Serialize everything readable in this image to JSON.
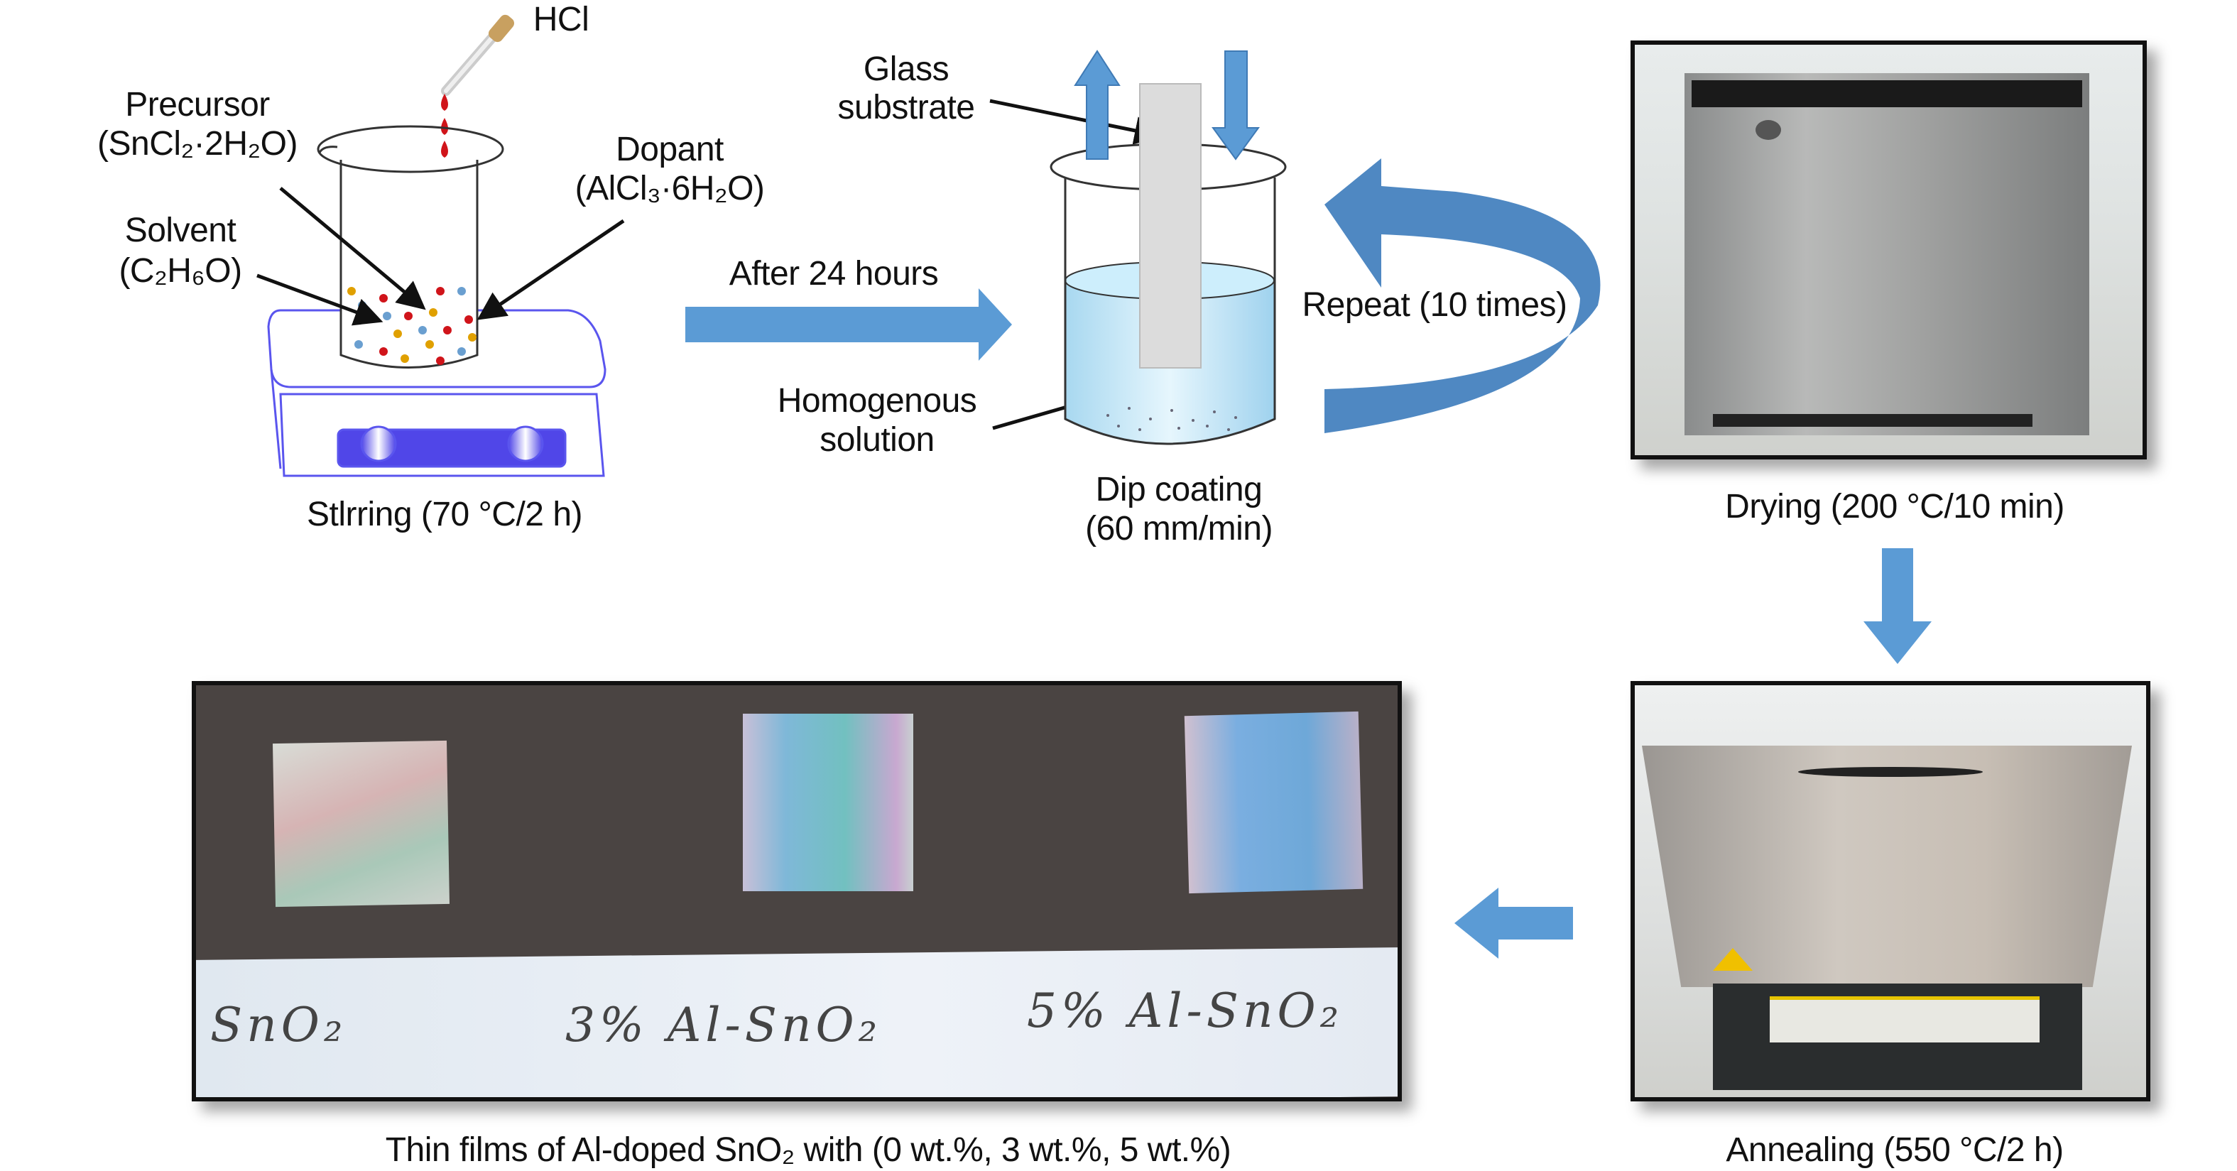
{
  "colors": {
    "arrow": "#5b9bd5",
    "arrow_dark": "#4a7fb0",
    "drop": "#d0141a",
    "plate": "#5046e8"
  },
  "stirring": {
    "hcl": "HCl",
    "precursor_title": "Precursor",
    "precursor_formula": "(SnCl₂·2H₂O)",
    "solvent_title": "Solvent",
    "solvent_formula": "(C₂H₆O)",
    "dopant_title": "Dopant",
    "dopant_formula": "(AlCl₃·6H₂O)",
    "caption": "Stlrring (70 °C/2 h)"
  },
  "transition": {
    "after_label": "After 24 hours"
  },
  "dip": {
    "glass_line1": "Glass",
    "glass_line2": "substrate",
    "solution_line1": "Homogenous",
    "solution_line2": "solution",
    "caption_line1": "Dip coating",
    "caption_line2": "(60 mm/min)",
    "repeat_label": "Repeat (10 times)"
  },
  "drying": {
    "caption": "Drying (200 °C/10 min)"
  },
  "annealing": {
    "caption": "Annealing (550 °C/2 h)"
  },
  "films": {
    "samples": [
      "SnO₂",
      "3% Al-SnO₂",
      "5% Al-SnO₂"
    ],
    "caption": "Thin films of Al-doped SnO₂ with (0 wt.%, 3 wt.%, 5 wt.%)"
  }
}
